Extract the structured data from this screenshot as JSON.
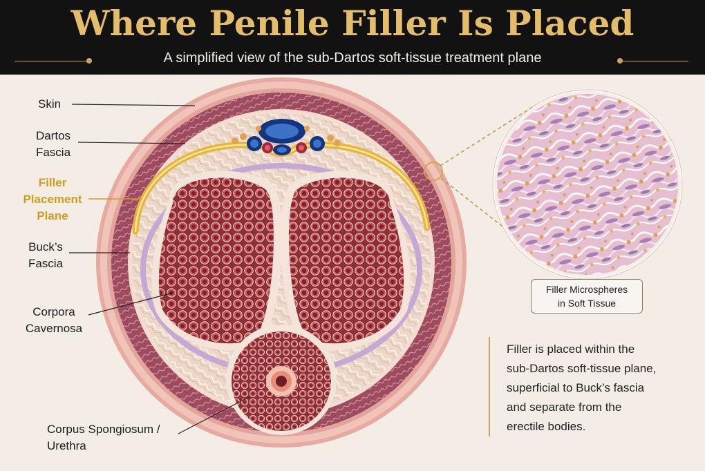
{
  "header": {
    "title": "Where Penile Filler Is Placed",
    "subtitle": "A simplified view of the sub-Dartos soft-tissue treatment plane"
  },
  "labels": {
    "skin": "Skin",
    "dartos_1": "Dartos",
    "dartos_2": "Fascia",
    "filler_1": "Filler",
    "filler_2": "Placement",
    "filler_3": "Plane",
    "bucks_1": "Buck’s",
    "bucks_2": "Fascia",
    "corpora_1": "Corpora",
    "corpora_2": "Cavernosa",
    "spongiosum_1": "Corpus Spongiosum /",
    "spongiosum_2": "Urethra"
  },
  "microspheres": {
    "line_1": "Filler Microspheres",
    "line_2": "in Soft Tissue"
  },
  "description": {
    "line_1": "Filler is placed within the",
    "line_2": "sub-Dartos soft-tissue plane,",
    "line_3": "superficial to Buck’s fascia",
    "line_4": "and separate from the",
    "line_5": "erectile bodies."
  },
  "colors": {
    "header_bg": "#121212",
    "title_gold": "#e3bd6a",
    "filler_gold": "#d19d1d",
    "skin_pink": "#d99a93",
    "tissue_red": "#a84a4f",
    "vessel_blue": "#1f4da3"
  }
}
